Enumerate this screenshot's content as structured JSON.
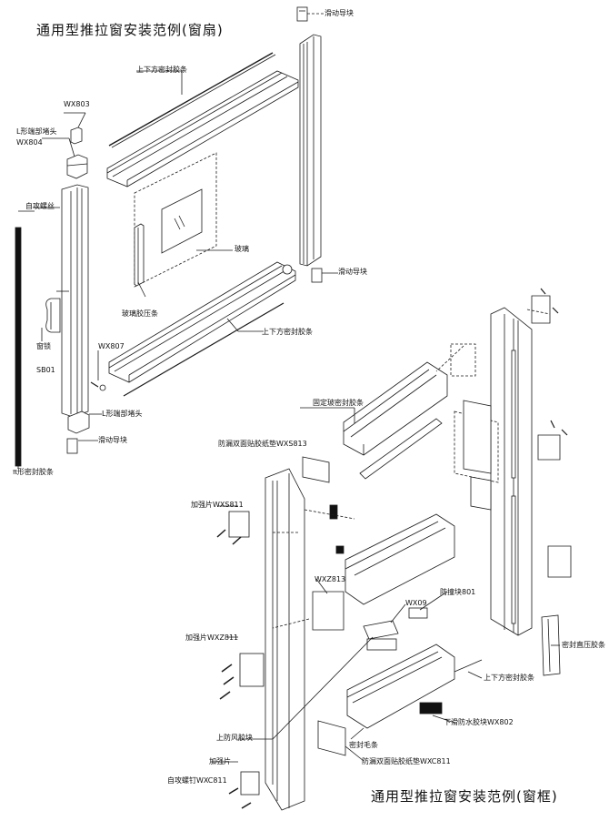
{
  "titles": {
    "sash": "通用型推拉窗安装范例(窗扇)",
    "frame": "通用型推拉窗安装范例(窗框)"
  },
  "labels": {
    "slide_guide_top": "滑动导块",
    "seal_top_bottom_1": "上下方密封胶条",
    "wx803": "WX803",
    "l_end_plug_top": "L形端部堵头",
    "wx804": "WX804",
    "self_tap_screw": "自攻螺丝",
    "glass": "玻璃",
    "slide_guide_mid": "滑动导块",
    "glass_strip": "玻璃胶压条",
    "seal_top_bottom_2": "上下方密封胶条",
    "lock_1": "窗锁",
    "lock_2": "SB01",
    "wx807": "WX807",
    "l_end_plug_bottom": "L形端部堵头",
    "slide_guide_bottom": "滑动导块",
    "pi_seal": "π形密封胶条",
    "fixed_glass_seal": "固定玻密封胶条",
    "anti_leak_wxs813": "防漏双面贴胶纸垫WXS813",
    "reinforce_wxs811": "加强片WXS811",
    "wxz813": "WXZ813",
    "wx09": "WX09",
    "bump_block": "防撞块801",
    "reinforce_wxz811": "加强片WXZ811",
    "seal_press_strip": "密封直压胶条",
    "seal_top_bottom_3": "上下方密封胶条",
    "waterproof_wx802": "下滑防水胶块WX802",
    "windproof_block": "上防风胶块",
    "seal_brush": "密封毛条",
    "anti_leak_wxc811": "防漏双面贴胶纸垫WXC811",
    "reinforce": "加强片",
    "self_tap_wxc811": "自攻螺钉WXC811"
  },
  "colors": {
    "line": "#1a1a1a",
    "fill": "#ffffff",
    "dark": "#111111"
  }
}
